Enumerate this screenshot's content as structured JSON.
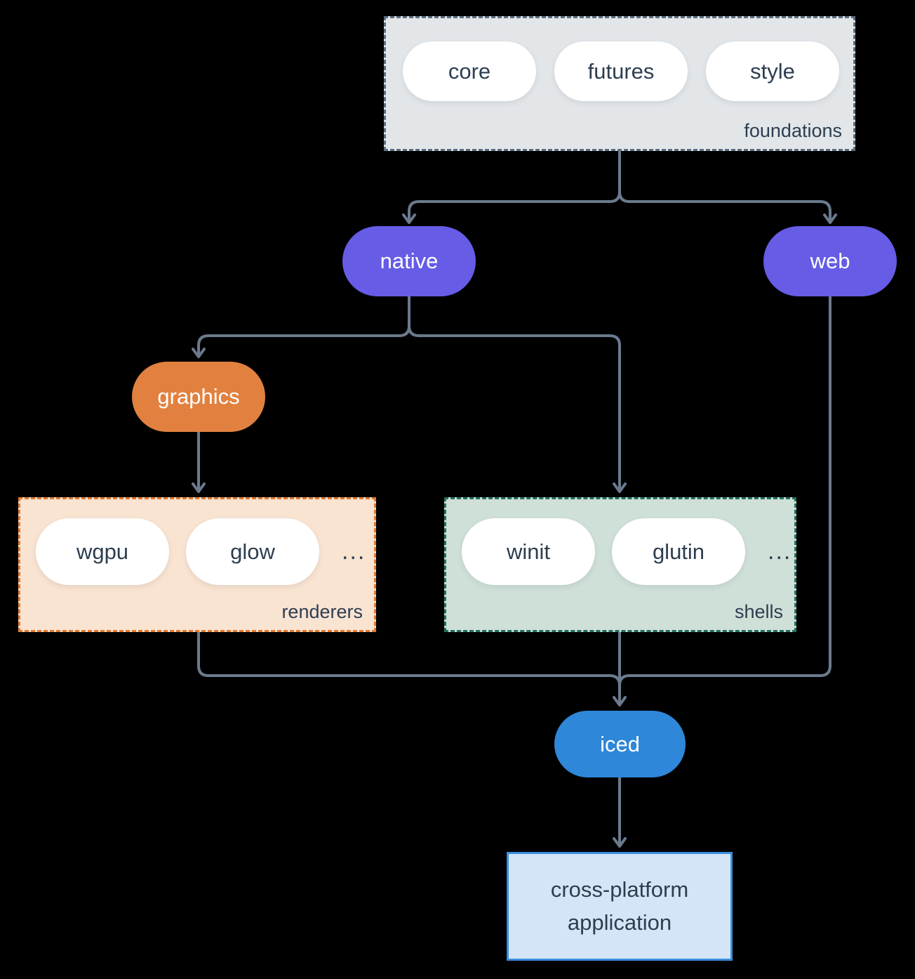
{
  "colors": {
    "background": "#000000",
    "edge": "#6b7a8d",
    "node_purple": "#665ce6",
    "node_orange": "#e2813f",
    "node_blue": "#2e87d9",
    "pill_fill": "#ffffff",
    "text_dark": "#2d3e50",
    "text_light": "#ffffff",
    "foundations_fill": "#e2e6e9",
    "foundations_border": "#5d6f80",
    "renderers_fill": "#f9e3d1",
    "renderers_border": "#e2792f",
    "shells_fill": "#cfe0d8",
    "shells_border": "#24715f",
    "application_fill": "#d3e5f7",
    "application_border": "#3a8cdb"
  },
  "groups": {
    "foundations": {
      "label": "foundations",
      "pills": [
        "core",
        "futures",
        "style"
      ]
    },
    "renderers": {
      "label": "renderers",
      "pills": [
        "wgpu",
        "glow"
      ],
      "more": "..."
    },
    "shells": {
      "label": "shells",
      "pills": [
        "winit",
        "glutin"
      ],
      "more": "..."
    }
  },
  "nodes": {
    "native": "native",
    "web": "web",
    "graphics": "graphics",
    "iced": "iced",
    "application": {
      "line1": "cross-platform",
      "line2": "application"
    }
  }
}
